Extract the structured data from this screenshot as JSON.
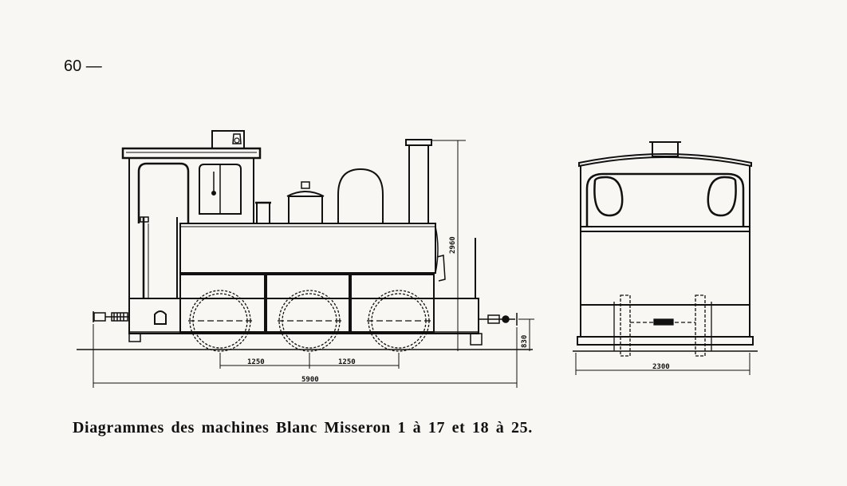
{
  "page": {
    "number": "60 —"
  },
  "caption": "Diagrammes des machines Blanc Misseron 1 à 17 et 18 à 25.",
  "dimensions": {
    "wheelbase_1": "1250",
    "wheelbase_2": "1250",
    "overall_length": "5900",
    "height": "2960",
    "buffer_height": "830",
    "width": "2300"
  },
  "colors": {
    "ink": "#111111",
    "paper": "#f8f7f3"
  }
}
